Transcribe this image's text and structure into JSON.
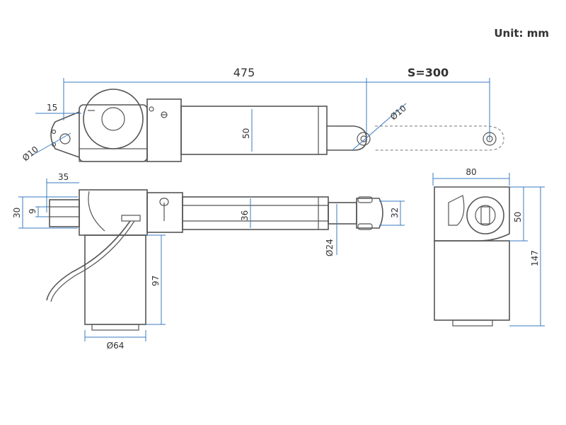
{
  "unit_label": "Unit: mm",
  "colors": {
    "outline": "#555555",
    "dimension": "#3a7bbf",
    "text": "#333333"
  },
  "top_view": {
    "overall_length": "475",
    "stroke": "S=300",
    "clevis_offset": "15",
    "rear_hole_dia": "Ø10",
    "front_hole_dia": "Ø10",
    "tube_height": "50"
  },
  "side_view": {
    "clevis_depth": "35",
    "clevis_width": "30",
    "slot_width": "9",
    "tube_dia": "36",
    "rod_dia": "Ø24",
    "rod_end_height": "32",
    "motor_length": "97",
    "motor_dia": "Ø64"
  },
  "end_view": {
    "width": "80",
    "gearbox_height": "50",
    "total_height": "147"
  }
}
